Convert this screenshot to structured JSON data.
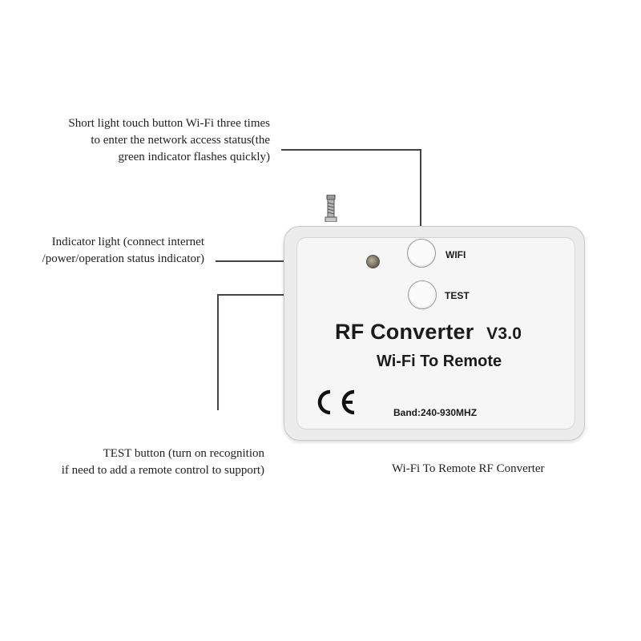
{
  "callouts": {
    "wifi_button": [
      "Short light touch button Wi-Fi three times",
      "to enter the network access status(the",
      "green indicator flashes quickly)"
    ],
    "indicator_light": [
      "Indicator light (connect internet",
      "/power/operation status indicator)"
    ],
    "test_button": [
      "TEST button (turn on recognition",
      "if need to add a remote control to support)"
    ]
  },
  "device": {
    "wifi_label": "WIFI",
    "test_label": "TEST",
    "title": "RF Converter",
    "version": "V3.0",
    "subtitle": "Wi-Fi To Remote",
    "band": "Band:240-930MHZ",
    "ce_mark": "CE"
  },
  "caption": "Wi-Fi To Remote RF Converter",
  "colors": {
    "device_body": "#ececec",
    "line": "#444444",
    "text": "#222222"
  }
}
